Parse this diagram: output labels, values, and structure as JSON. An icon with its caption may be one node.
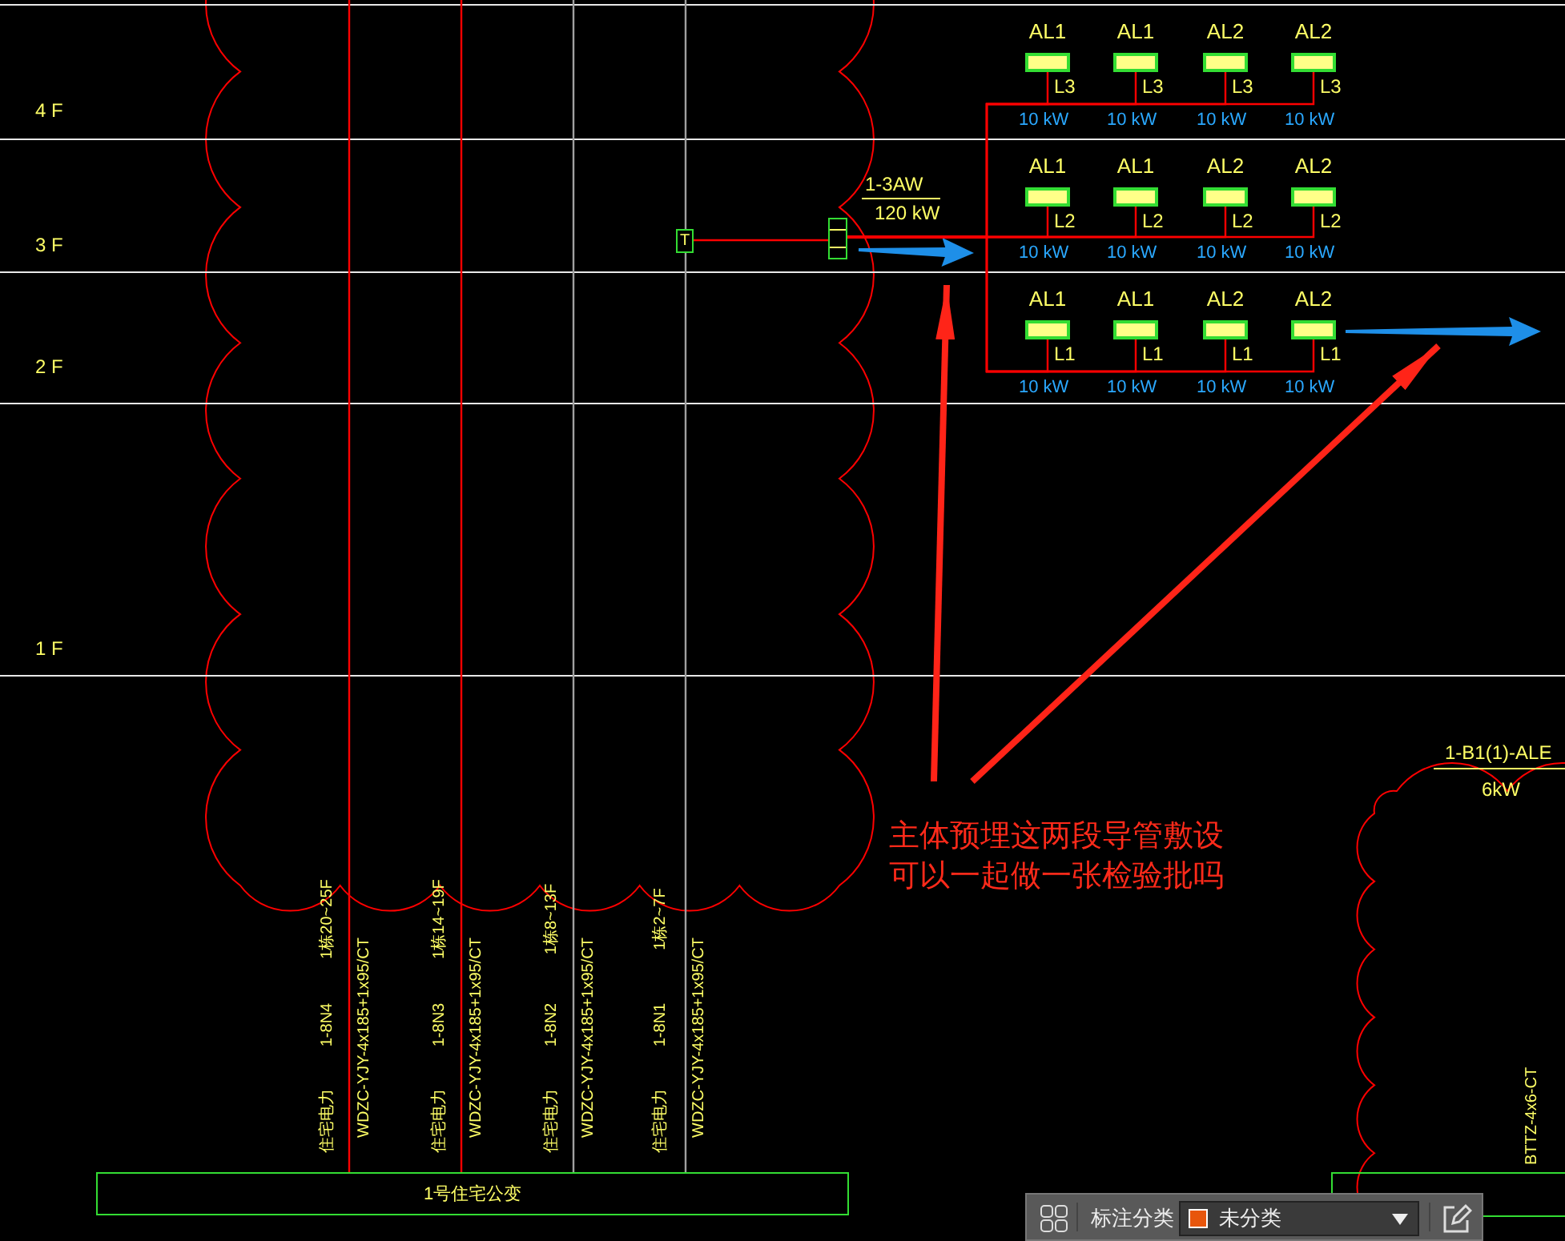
{
  "diagram": {
    "nodes": [
      {
        "text": [
          "AL1"
        ],
        "beside": [
          "L3",
          "10 kW"
        ]
      },
      {
        "text": [
          "AL1"
        ],
        "beside": [
          "L3",
          "10 kW"
        ]
      },
      {
        "text": [
          "AL2"
        ],
        "beside": [
          "L3",
          "10 kW"
        ]
      },
      {
        "text": [
          "AL2"
        ],
        "beside": [
          "L3",
          "10 kW"
        ]
      },
      {
        "text": [
          "AL1"
        ],
        "beside": [
          "L2",
          "10 kW"
        ]
      },
      {
        "text": [
          "AL1"
        ],
        "beside": [
          "L2",
          "10 kW"
        ]
      },
      {
        "text": [
          "AL2"
        ],
        "beside": [
          "L2",
          "10 kW"
        ]
      },
      {
        "text": [
          "AL2"
        ],
        "beside": [
          "L2",
          "10 kW"
        ]
      },
      {
        "text": [
          "AL1"
        ],
        "beside": [
          "L1",
          "10 kW"
        ]
      },
      {
        "text": [
          "AL1"
        ],
        "beside": [
          "L1",
          "10 kW"
        ]
      },
      {
        "text": [
          "AL2"
        ],
        "beside": [
          "L1",
          "10 kW"
        ]
      },
      {
        "text": [
          "AL2"
        ],
        "beside": [
          "L1",
          "10 kW"
        ]
      },
      {
        "text": [
          "T"
        ]
      },
      {
        "text": [],
        "shape": "box",
        "beside": [
          "1-3AW",
          "120 kW"
        ]
      },
      {
        "text": [
          "主体预埋这两段导管敷设可以一起做一张检验批吗"
        ]
      },
      {
        "text": [
          "1号住宅公变"
        ]
      },
      {
        "text": [],
        "shape": "box"
      }
    ],
    "edges": [
      {
        "from": 15,
        "to": null,
        "arrow": "none"
      },
      {
        "from": 15,
        "to": null,
        "arrow": "none"
      },
      {
        "from": 15,
        "to": null,
        "arrow": "none",
        "color": "#a0a0a0"
      },
      {
        "from": 15,
        "to": 12,
        "arrow": "none",
        "color": "#a0a0a0"
      },
      {
        "from": 12,
        "to": null,
        "arrow": "none",
        "color": "#a0a0a0"
      },
      {
        "from": 12,
        "to": 13,
        "arrow": "none"
      },
      {
        "from": 13,
        "to": 0,
        "arrow": "none"
      },
      {
        "from": 13,
        "to": 1,
        "arrow": "none"
      },
      {
        "from": 13,
        "to": 2,
        "arrow": "none"
      },
      {
        "from": 13,
        "to": 3,
        "arrow": "none"
      },
      {
        "from": 13,
        "to": 4,
        "arrow": "none"
      },
      {
        "from": 13,
        "to": 5,
        "arrow": "none"
      },
      {
        "from": 13,
        "to": 6,
        "arrow": "none"
      },
      {
        "from": 13,
        "to": 7,
        "arrow": "none"
      },
      {
        "from": 13,
        "to": 8,
        "arrow": "none"
      },
      {
        "from": 13,
        "to": 9,
        "arrow": "none"
      },
      {
        "from": 13,
        "to": 10,
        "arrow": "none"
      },
      {
        "from": 13,
        "to": 11,
        "arrow": "none"
      },
      {
        "from": 14,
        "to": null,
        "arrow": "to",
        "style": "thick"
      },
      {
        "from": 14,
        "to": null,
        "arrow": "to",
        "style": "thick"
      }
    ],
    "labels": [
      "4 F",
      "3 F",
      "2 F",
      "1 F",
      "1栋20~25F",
      "1-8N4",
      "住宅电力",
      "WDZC-YJY-4x185+1x95/CT",
      "1栋14~19F",
      "1-8N3",
      "住宅电力",
      "WDZC-YJY-4x185+1x95/CT",
      "1栋8~13F",
      "1-8N2",
      "住宅电力",
      "WDZC-YJY-4x185+1x95/CT",
      "1栋2~7F",
      "1-8N1",
      "住宅电力",
      "WDZC-YJY-4x185+1x95/CT",
      "1-B1(1)-ALE",
      "6kW",
      "BTTZ-4x6-CT",
      "标注分类",
      "未分类"
    ]
  }
}
